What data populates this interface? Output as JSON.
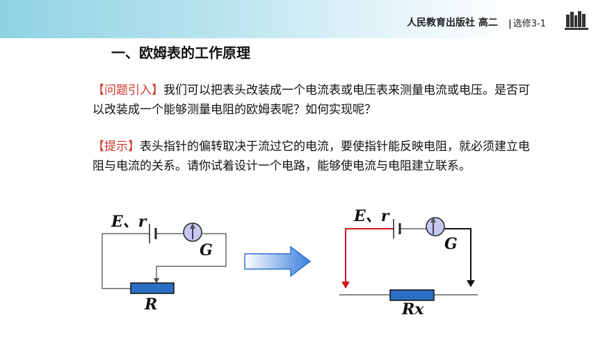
{
  "header": {
    "publisher": "人民教育出版社 高二",
    "bar": "|",
    "course": "选修3-1",
    "icon": "books-icon"
  },
  "section_title": "一、欧姆表的工作原理",
  "question": {
    "tag": "【问题引入】",
    "text": "我们可以把表头改装成一个电流表或电压表来测量电流或电压。是否可以改装成一个能够测量电阻的欧姆表呢？如何实现呢？"
  },
  "hint": {
    "tag": "【提示】",
    "text": "表头指针的偏转取决于流过它的电流，要使指针能反映电阻，就必须建立电阻与电流的关系。请你试着设计一个电路，能够使电流与电阻建立联系。"
  },
  "diagram_left": {
    "emf_label": "E、r",
    "galvanometer_label": "G",
    "resistor_label": "R"
  },
  "diagram_right": {
    "emf_label": "E、r",
    "galvanometer_label": "G",
    "resistor_label": "Rx"
  },
  "colors": {
    "tag": "#d2352b",
    "resistor": "#2a6fc4",
    "galvanometer": "#c6c8f2",
    "arrow": "#2f6fd0",
    "probe_red": "#d01818"
  }
}
